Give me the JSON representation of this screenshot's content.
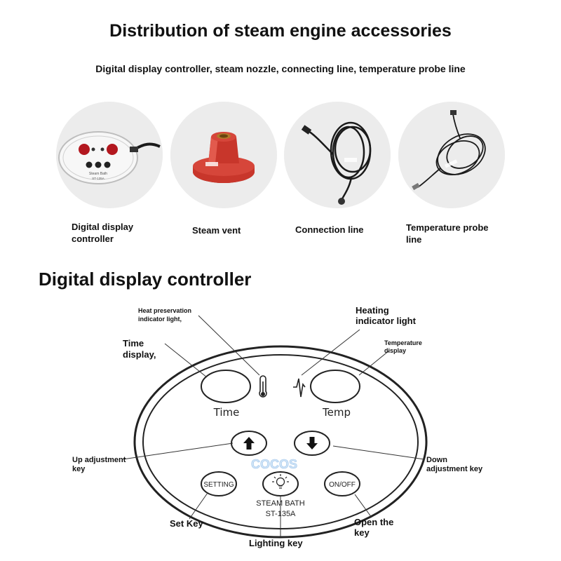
{
  "header": {
    "title": "Distribution of steam engine accessories",
    "subtitle": "Digital display controller, steam nozzle, connecting line, temperature probe line"
  },
  "accessories": [
    {
      "line1": "Digital display",
      "line2": "controller"
    },
    {
      "line1": "Steam vent",
      "line2": ""
    },
    {
      "line1": "Connection line",
      "line2": ""
    },
    {
      "line1": "Temperature probe",
      "line2": "line"
    }
  ],
  "section_title": "Digital display controller",
  "panel": {
    "time_label": "Time",
    "temp_label": "Temp",
    "setting_label": "SETTING",
    "onoff_label": "ON/OFF",
    "model_line1": "STEAM BATH",
    "model_line2": "ST-135A",
    "watermark": "COCOS"
  },
  "callouts": {
    "heat_preservation_1": "Heat preservation",
    "heat_preservation_2": "indicator light,",
    "heating_1": "Heating",
    "heating_2": "indicator light",
    "time_display_1": "Time",
    "time_display_2": "display,",
    "temp_display_1": "Temperature",
    "temp_display_2": "display",
    "up_key_1": "Up adjustment",
    "up_key_2": "key",
    "down_key_1": "Down",
    "down_key_2": "adjustment key",
    "set_key": "Set Key",
    "open_key_1": "Open the",
    "open_key_2": "key",
    "lighting_key": "Lighting key"
  },
  "colors": {
    "vent_red": "#c8362b",
    "controller_red": "#b3181f",
    "cable": "#1a1a1a"
  }
}
